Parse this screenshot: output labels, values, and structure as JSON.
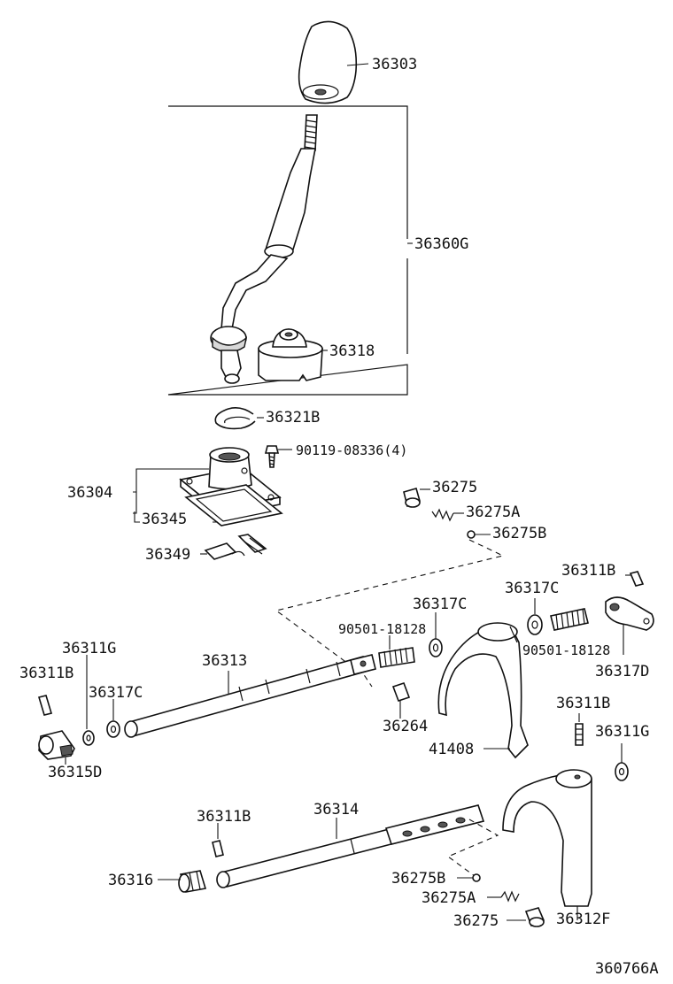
{
  "diagram": {
    "part_labels": {
      "knob": "36303",
      "lever_assembly": "36360G",
      "boot_retainer": "36318",
      "snap_ring": "36321B",
      "bolt": "90119-08336(4)",
      "lever_housing": "36304",
      "gasket": "36345",
      "retainer_pin": "36349",
      "plug_top": "36275",
      "spring_top": "36275A",
      "ball_top": "36275B",
      "pin_top_right": "36311B",
      "washer_mid": "36317C",
      "washer_mid_right": "36317C",
      "spring_mid": "90501-18128",
      "spring_mid_right": "90501-18128",
      "head_right": "36317D",
      "pin_left_g": "36311G",
      "pin_left_b": "36311B",
      "washer_left": "36317C",
      "shaft_upper": "36313",
      "interlock_pin": "36264",
      "fork_upper": "41408",
      "head_left": "36315D",
      "pin_right_mid": "36311B",
      "pin_right_g": "36311G",
      "shaft_lower": "36314",
      "pin_lower": "36311B",
      "head_lower": "36316",
      "ball_bottom": "36275B",
      "spring_bottom": "36275A",
      "plug_bottom": "36275",
      "fork_lower": "36312F"
    },
    "figure_code": "360766A"
  }
}
